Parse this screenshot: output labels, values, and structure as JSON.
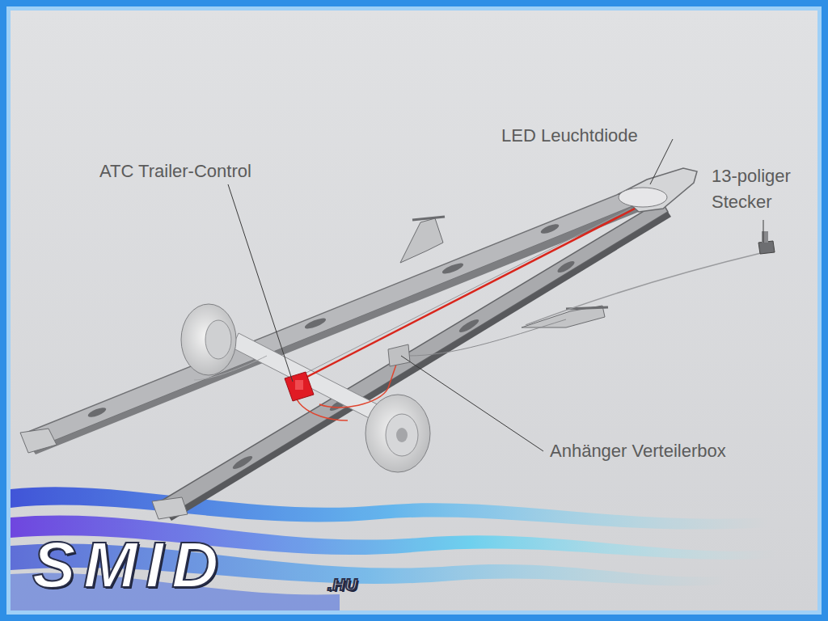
{
  "diagram": {
    "labels": [
      "ATC Trailer-Control",
      "LED Leuchtdiode",
      "13-poliger Stecker",
      "Anhänger Verteilerbox",
      "SMID",
      ".HU"
    ]
  }
}
